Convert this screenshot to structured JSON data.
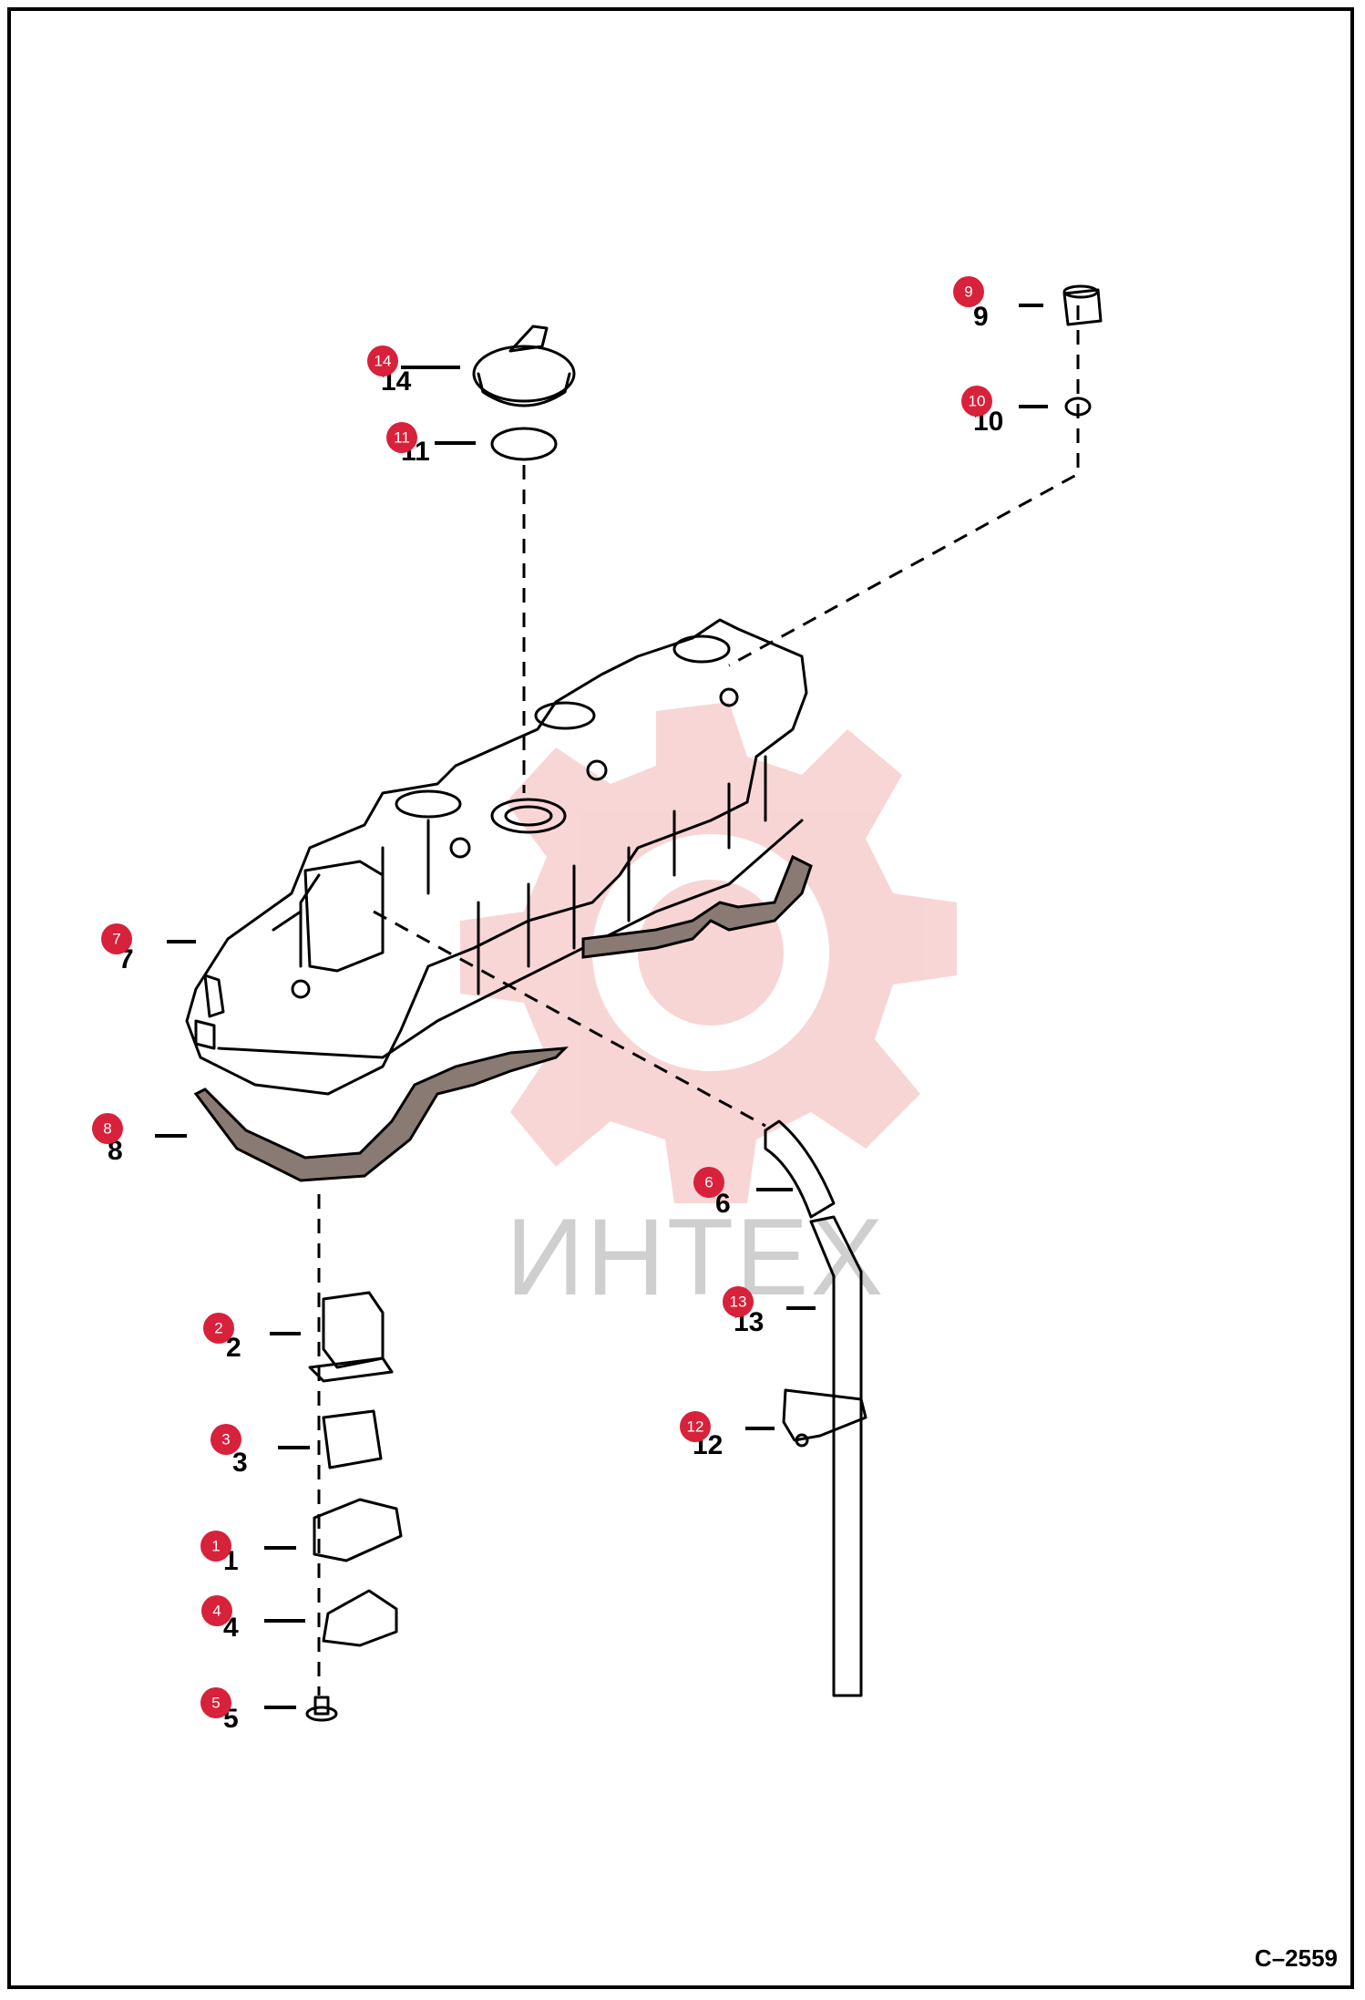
{
  "figure_code": "C–2559",
  "watermark": "ИНТЕХ",
  "callouts": [
    {
      "id": "1",
      "label": "1"
    },
    {
      "id": "2",
      "label": "2"
    },
    {
      "id": "3",
      "label": "3"
    },
    {
      "id": "4",
      "label": "4"
    },
    {
      "id": "5",
      "label": "5"
    },
    {
      "id": "6",
      "label": "6"
    },
    {
      "id": "7",
      "label": "7"
    },
    {
      "id": "8",
      "label": "8"
    },
    {
      "id": "9",
      "label": "9"
    },
    {
      "id": "10",
      "label": "10"
    },
    {
      "id": "11",
      "label": "11"
    },
    {
      "id": "12",
      "label": "12"
    },
    {
      "id": "13",
      "label": "13"
    },
    {
      "id": "14",
      "label": "14"
    }
  ],
  "colors": {
    "callout": "#d8213b",
    "watermark": "#f3b4b4",
    "ink": "#000000"
  }
}
